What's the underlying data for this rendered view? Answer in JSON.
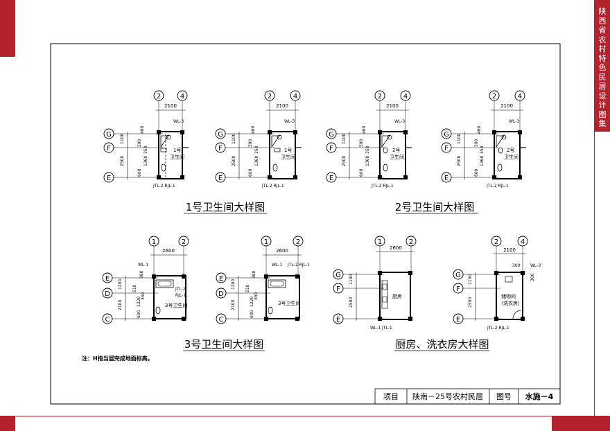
{
  "side_title": "陕西省农村特色民居设计图集",
  "note": "注：H指当层完成地面标高。",
  "title_block": {
    "label_project": "项目",
    "project": "陕南－25号农村民居",
    "label_drawing_no": "图号",
    "drawing_no": "水施－4"
  },
  "captions": {
    "bath1": "1号卫生间大样图",
    "bath2": "2号卫生间大样图",
    "bath3": "3号卫生间大样图",
    "kitchen": "厨房、洗衣房大样图"
  },
  "axis_labels": {
    "a1": "1",
    "a2": "2",
    "a4": "4",
    "C": "C",
    "D": "D",
    "E": "E",
    "F": "F",
    "G": "G"
  },
  "dims": {
    "d2100": "2100",
    "d2600": "2600",
    "d1100": "1100",
    "d2500": "2500",
    "d460": "460",
    "d590": "590",
    "d1360": "1360",
    "d350": "350",
    "d600": "600",
    "d380": "380",
    "d1200": "1200",
    "d510": "510",
    "d1220": "1220",
    "d2100v": "2100",
    "d300": "300"
  },
  "pipes": {
    "wl3": "WL-3",
    "wl1": "WL-1",
    "jtl2": "JTL-2",
    "rjl1": "RJL-1",
    "jtl1": "JTL-1",
    "jtl2rjl1": "JTL-2  RJL-1",
    "wl1jtl1": "WL-1  JTL-1"
  },
  "rooms": {
    "bath1_no": "1号",
    "bath2_no": "2号",
    "toilet": "卫生间",
    "bath3": "3号卫生间",
    "kitchen": "厨房",
    "storage": "储物间",
    "laundry": "（洗衣房）"
  }
}
